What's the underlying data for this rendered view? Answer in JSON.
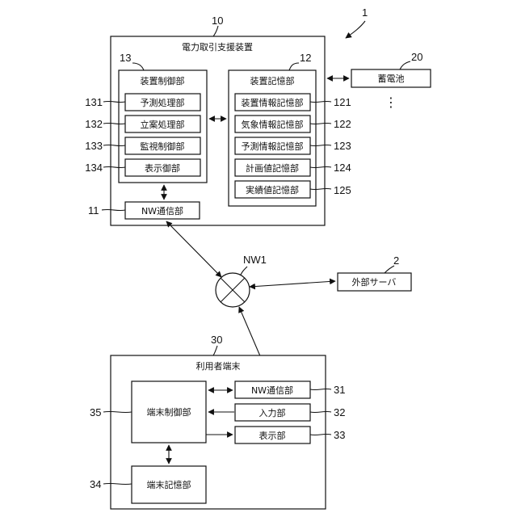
{
  "figure": {
    "system_ref": "1",
    "support_device": {
      "ref": "10",
      "title": "電力取引支援装置",
      "control": {
        "ref": "13",
        "title": "装置制御部",
        "items": [
          {
            "ref": "131",
            "label": "予測処理部"
          },
          {
            "ref": "132",
            "label": "立案処理部"
          },
          {
            "ref": "133",
            "label": "監視制御部"
          },
          {
            "ref": "134",
            "label": "表示御部"
          }
        ]
      },
      "storage": {
        "ref": "12",
        "title": "装置記憶部",
        "items": [
          {
            "ref": "121",
            "label": "装置情報記憶部"
          },
          {
            "ref": "122",
            "label": "気象情報記憶部"
          },
          {
            "ref": "123",
            "label": "予測情報記憶部"
          },
          {
            "ref": "124",
            "label": "計画値記憶部"
          },
          {
            "ref": "125",
            "label": "実績値記憶部"
          }
        ]
      },
      "nw": {
        "ref": "11",
        "label": "NW通信部"
      }
    },
    "battery": {
      "ref": "20",
      "label": "蓄電池",
      "more": "⋮"
    },
    "network": {
      "ref": "NW1"
    },
    "external_server": {
      "ref": "2",
      "label": "外部サーバ"
    },
    "user_terminal": {
      "ref": "30",
      "title": "利用者端末",
      "control": {
        "ref": "35",
        "label": "端末制御部"
      },
      "storage": {
        "ref": "34",
        "label": "端末記憶部"
      },
      "items": [
        {
          "ref": "31",
          "label": "NW通信部"
        },
        {
          "ref": "32",
          "label": "入力部"
        },
        {
          "ref": "33",
          "label": "表示部"
        }
      ]
    }
  }
}
